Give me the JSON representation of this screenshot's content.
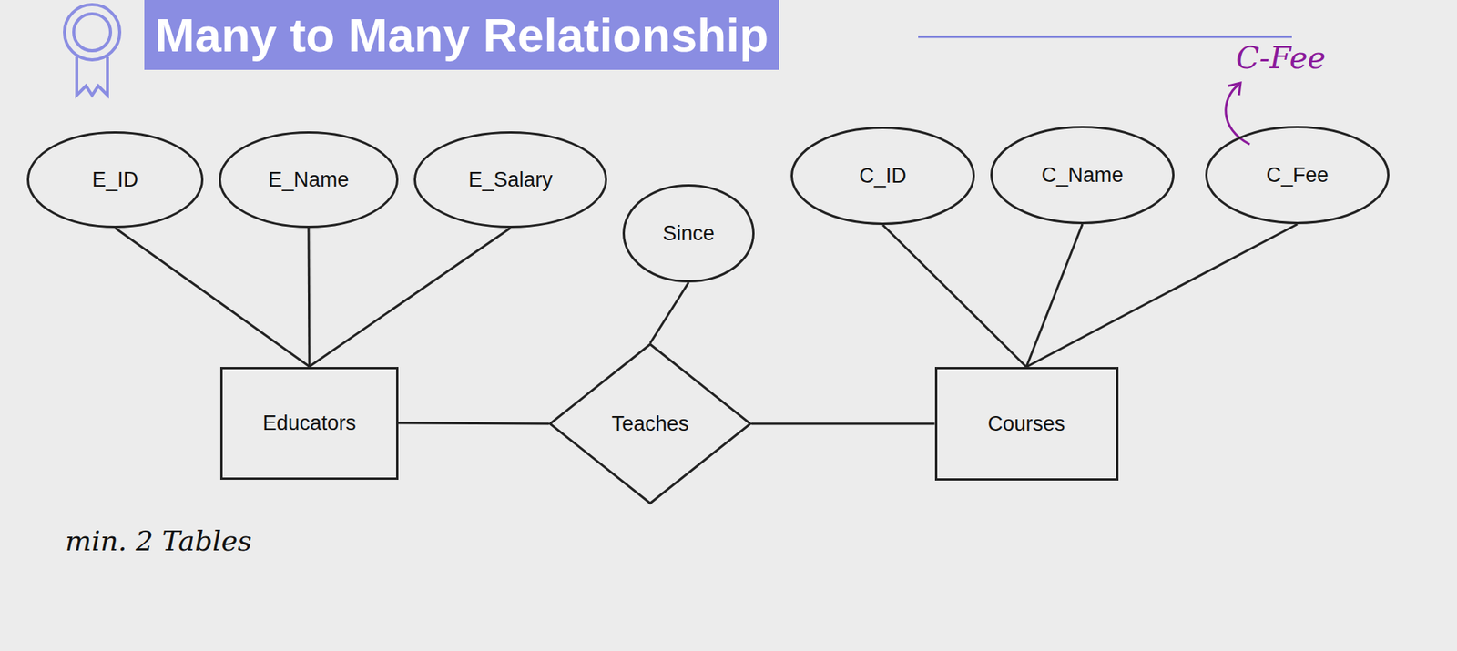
{
  "diagram": {
    "title": "Many to Many Relationship",
    "nodes": [
      {
        "text": [
          "E_ID"
        ]
      },
      {
        "text": [
          "E_Name"
        ]
      },
      {
        "text": [
          "E_Salary"
        ]
      },
      {
        "text": [
          "Since"
        ]
      },
      {
        "text": [
          "C_ID"
        ]
      },
      {
        "text": [
          "C_Name"
        ]
      },
      {
        "text": [
          "C_Fee"
        ]
      },
      {
        "text": [
          "Educators"
        ]
      },
      {
        "text": [
          "Teaches"
        ]
      },
      {
        "text": [
          "Courses"
        ]
      }
    ],
    "edges": [
      {
        "from": 0,
        "to": 7,
        "arrow": "none"
      },
      {
        "from": 1,
        "to": 7,
        "arrow": "none"
      },
      {
        "from": 2,
        "to": 7,
        "arrow": "none"
      },
      {
        "from": 3,
        "to": 8,
        "arrow": "none"
      },
      {
        "from": 4,
        "to": 9,
        "arrow": "none"
      },
      {
        "from": 5,
        "to": 9,
        "arrow": "none"
      },
      {
        "from": 6,
        "to": 9,
        "arrow": "none"
      },
      {
        "from": 7,
        "to": 8,
        "arrow": "none"
      },
      {
        "from": 8,
        "to": 9,
        "arrow": "none"
      }
    ],
    "labels": [
      "C-Fee",
      "min. 2 Tables"
    ]
  }
}
